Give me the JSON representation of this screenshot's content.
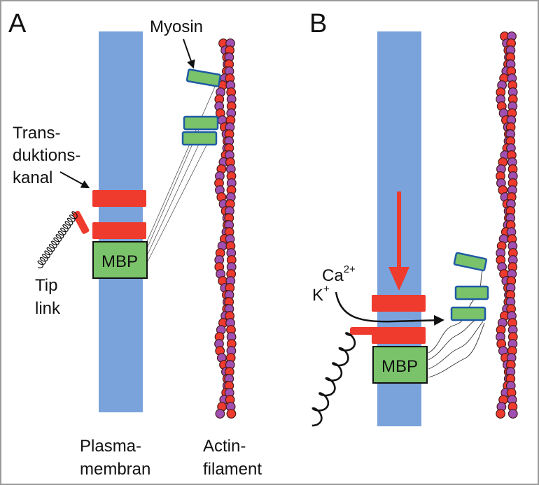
{
  "panels": {
    "a": {
      "letter": "A",
      "myosin": "Myosin",
      "channel_label": [
        "Trans-",
        "duktions-",
        "kanal"
      ],
      "tiplink": [
        "Tip",
        "link"
      ],
      "mbp": "MBP",
      "membrane": [
        "Plasma-",
        "membran"
      ],
      "actin": [
        "Actin-",
        "filament"
      ]
    },
    "b": {
      "letter": "B",
      "mbp": "MBP",
      "ion1_base": "Ca",
      "ion1_sup": "2+",
      "ion2_base": "K",
      "ion2_sup": "+"
    }
  },
  "colors": {
    "membrane": "#7aa3dc",
    "channel": "#ef3a2e",
    "mbp": "#7ac36a",
    "myosin_fill": "#7ac36a",
    "myosin_border": "#1f5aa6",
    "actin_red": "#ef3a2e",
    "actin_purple": "#a04fb2",
    "arrow_red": "#ef3a2e",
    "frame": "#9a9a9a"
  }
}
